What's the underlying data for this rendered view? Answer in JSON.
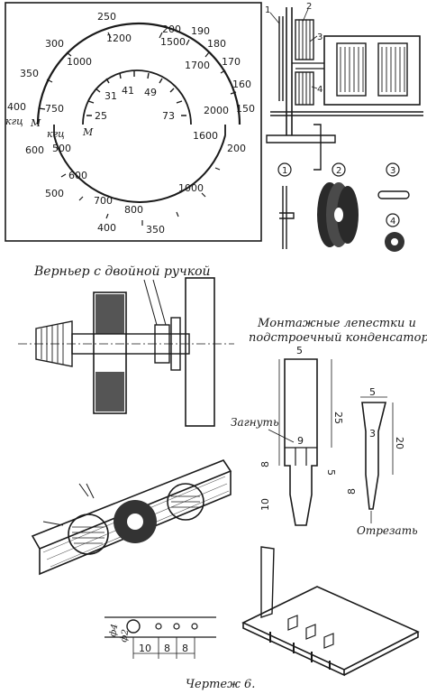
{
  "scale": {
    "outer_khz": {
      "unit": "кгц",
      "label_m": "М",
      "ticks": [
        "250",
        "300",
        "350",
        "400"
      ],
      "pairs": [
        "200",
        "190",
        "180",
        "170",
        "160",
        "150"
      ]
    },
    "outer_m": {
      "ticks": [
        "1200",
        "1500",
        "1000",
        "1700",
        "750",
        "2000"
      ]
    },
    "inner_m": {
      "label_m": "М",
      "ticks": [
        "31",
        "41",
        "49",
        "25",
        "73"
      ]
    },
    "lower_khz": {
      "unit": "кгц",
      "label_m": "М",
      "ticks": [
        "600",
        "500",
        "400",
        "350",
        "200",
        "1600"
      ]
    },
    "lower_m": {
      "ticks": [
        "500",
        "600",
        "700",
        "800",
        "1000"
      ]
    }
  },
  "parts": {
    "numbers": [
      "1",
      "2",
      "3",
      "4"
    ],
    "circled": [
      "1",
      "2",
      "3",
      "4"
    ]
  },
  "vernier": {
    "title": "Верньер с двойной ручкой"
  },
  "lugs": {
    "title_line1": "Монтажные лепестки и",
    "title_line2": "подстроечный конденсатор",
    "bend_label": "Загнуть",
    "cut_label": "Отрезать",
    "dims_left": [
      "5",
      "25",
      "9",
      "8",
      "5",
      "10"
    ],
    "dims_right": [
      "5",
      "3",
      "20",
      "8"
    ]
  },
  "holes": {
    "dims": [
      "10",
      "8",
      "8"
    ],
    "diameters": [
      "ф4",
      "ф2"
    ]
  },
  "caption": "Чертеж 6."
}
